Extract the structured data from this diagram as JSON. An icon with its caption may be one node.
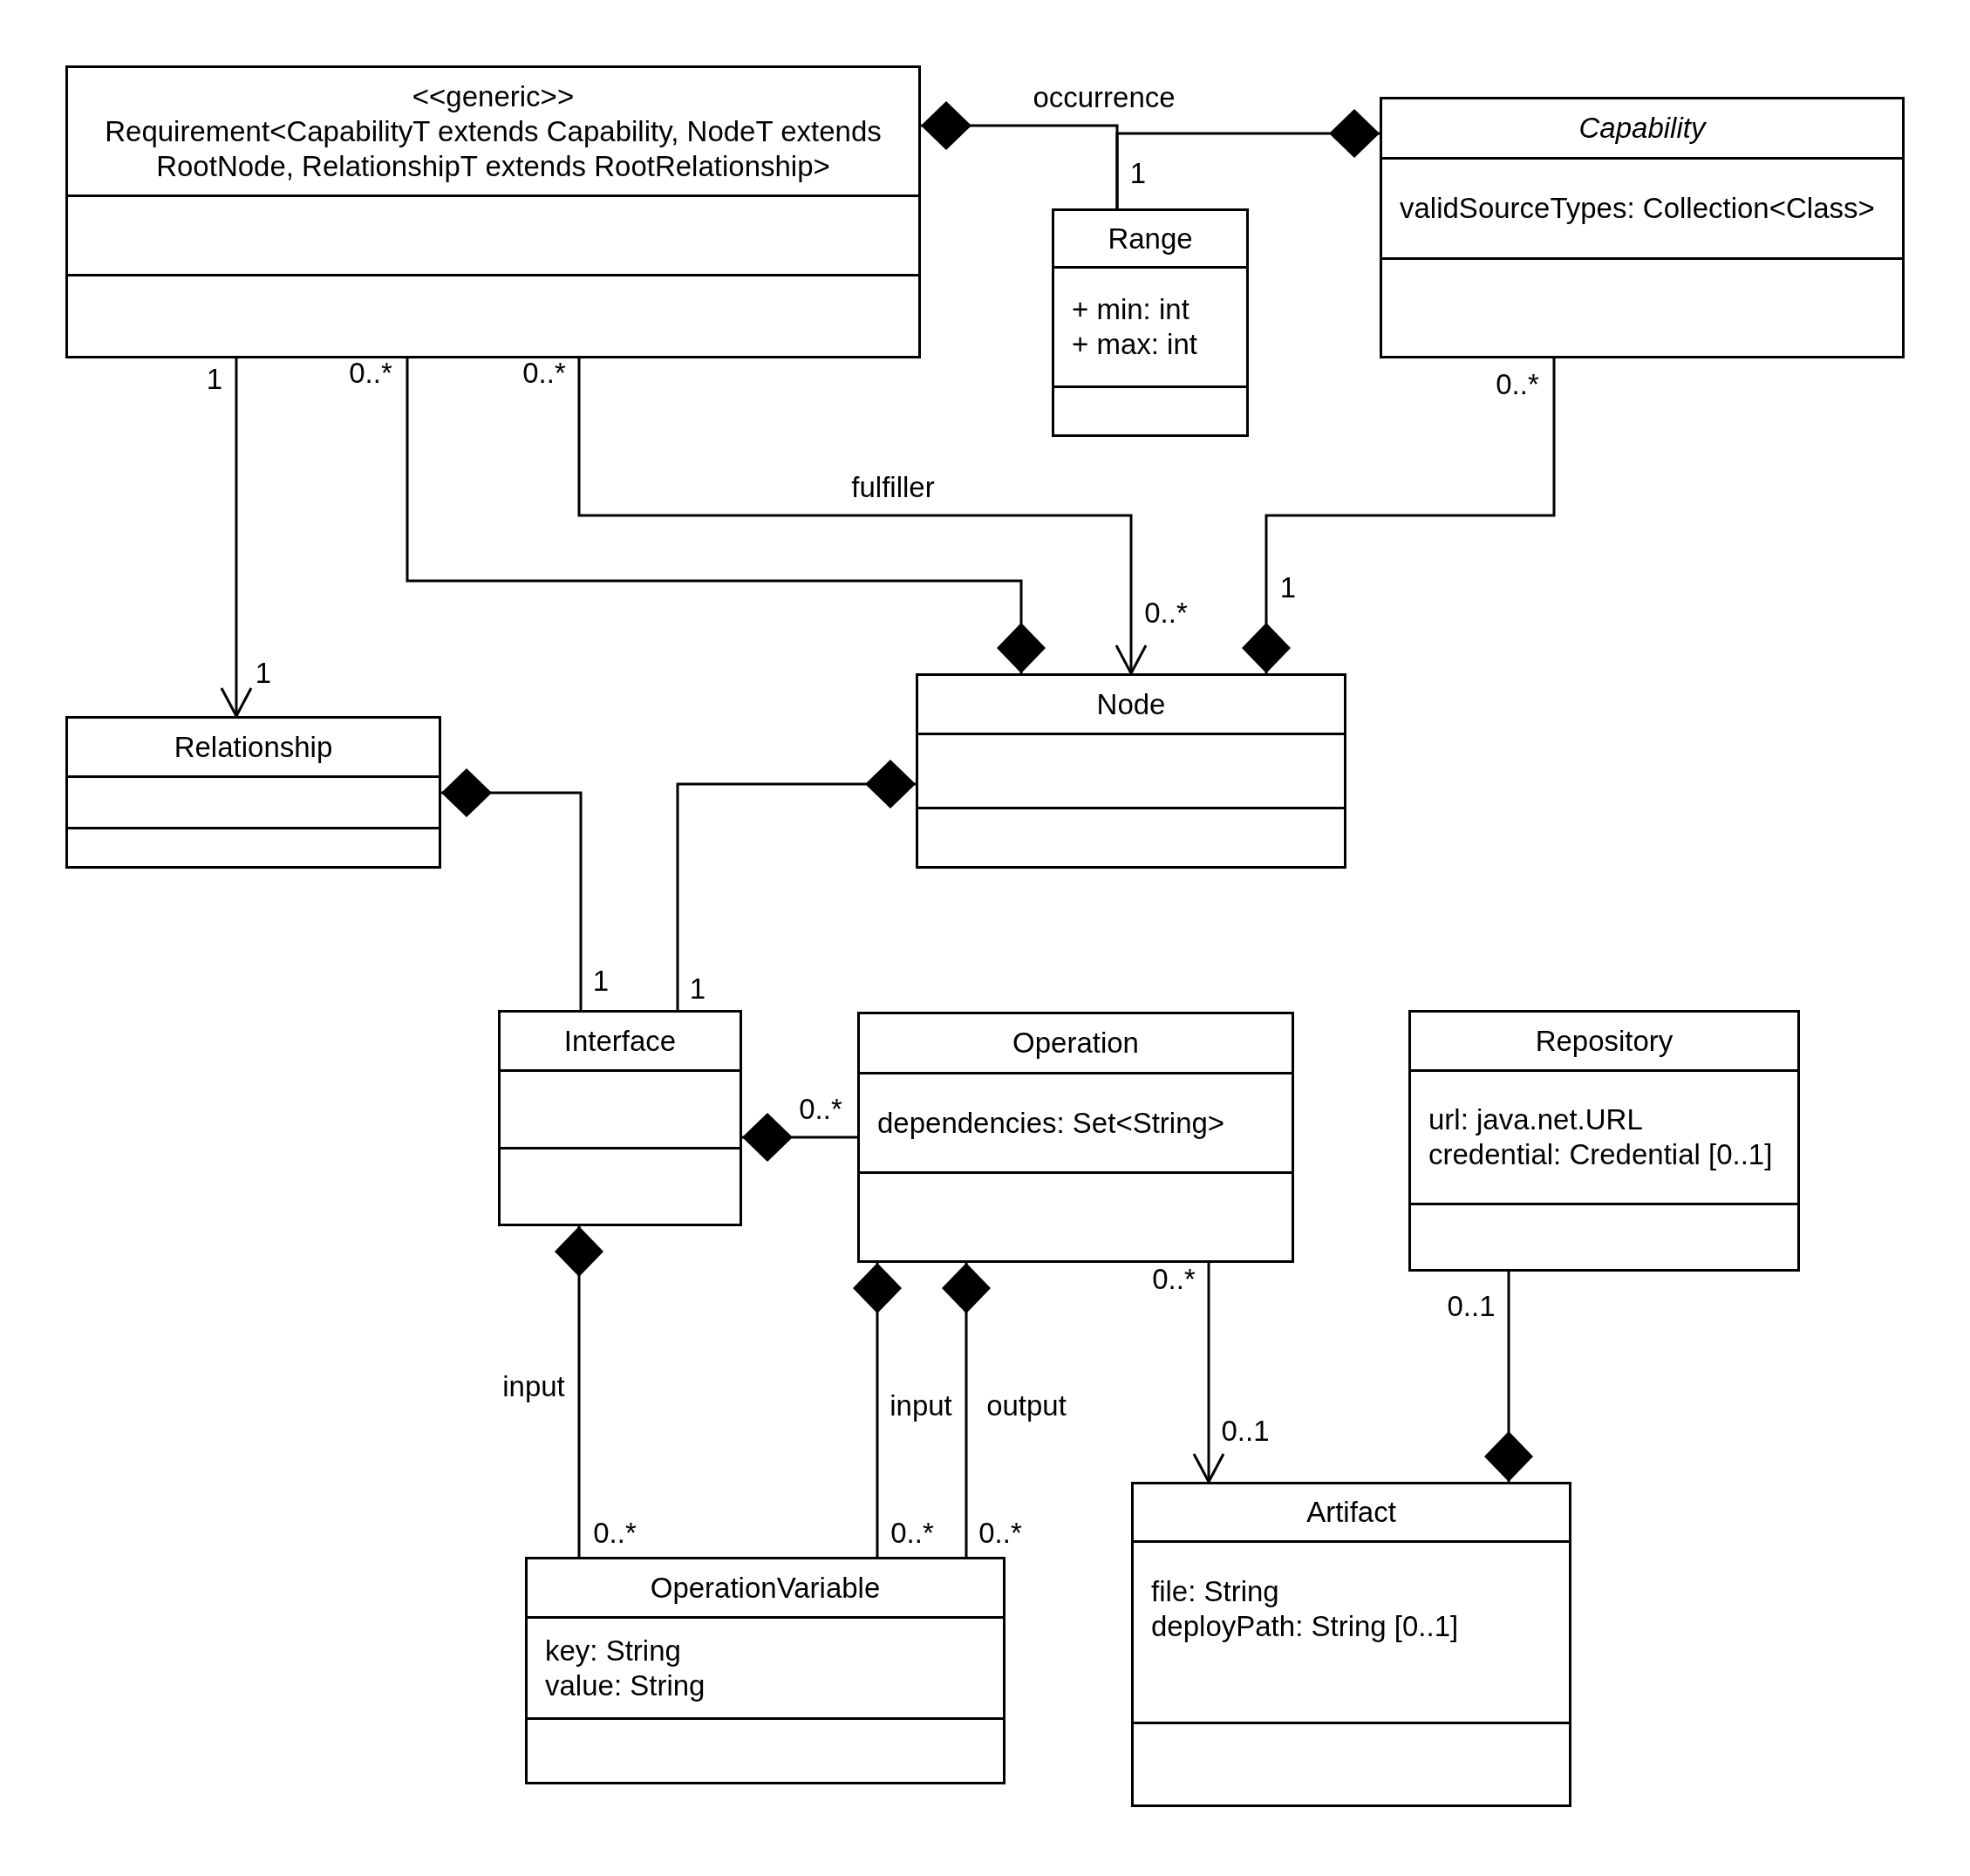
{
  "diagram": {
    "nodes": [
      {
        "text": [
          "<<generic>>",
          "Requirement<CapabilityT extends Capability, NodeT extends RootNode, RelationshipT extends RootRelationship>"
        ]
      },
      {
        "text": [
          "Range",
          "+ min: int",
          "+ max: int"
        ]
      },
      {
        "text": [
          "Capability",
          "validSourceTypes: Collection<Class>"
        ]
      },
      {
        "text": [
          "Relationship"
        ]
      },
      {
        "text": [
          "Node"
        ]
      },
      {
        "text": [
          "Interface"
        ]
      },
      {
        "text": [
          "Operation",
          "dependencies: Set<String>"
        ]
      },
      {
        "text": [
          "Repository",
          "url: java.net.URL",
          "credential: Credential [0..1]"
        ]
      },
      {
        "text": [
          "OperationVariable",
          "key: String",
          "value: String"
        ]
      },
      {
        "text": [
          "Artifact",
          "file: String",
          "deployPath: String [0..1]"
        ]
      }
    ],
    "edges": [
      {
        "from": 0,
        "to": 1,
        "arrow": "other",
        "label": "occurrence"
      },
      {
        "from": 2,
        "to": 1,
        "arrow": "other"
      },
      {
        "from": 0,
        "to": 3,
        "arrow": "to"
      },
      {
        "from": 4,
        "to": 0,
        "arrow": "other"
      },
      {
        "from": 0,
        "to": 4,
        "arrow": "to",
        "label": "fulfiller"
      },
      {
        "from": 4,
        "to": 2,
        "arrow": "other"
      },
      {
        "from": 3,
        "to": 5,
        "arrow": "other"
      },
      {
        "from": 4,
        "to": 5,
        "arrow": "other"
      },
      {
        "from": 5,
        "to": 6,
        "arrow": "other"
      },
      {
        "from": 5,
        "to": 8,
        "arrow": "other",
        "label": "input"
      },
      {
        "from": 6,
        "to": 8,
        "arrow": "other",
        "label": "input"
      },
      {
        "from": 6,
        "to": 8,
        "arrow": "other",
        "label": "output"
      },
      {
        "from": 6,
        "to": 9,
        "arrow": "to"
      },
      {
        "from": 9,
        "to": 7,
        "arrow": "other"
      }
    ],
    "labels": [
      "1",
      "1",
      "0..*",
      "0..*",
      "0..*",
      "1",
      "0..*",
      "1",
      "1",
      "1",
      "0..*",
      "0..*",
      "0..1",
      "0..1",
      "0..*",
      "0..*",
      "0..*"
    ]
  }
}
